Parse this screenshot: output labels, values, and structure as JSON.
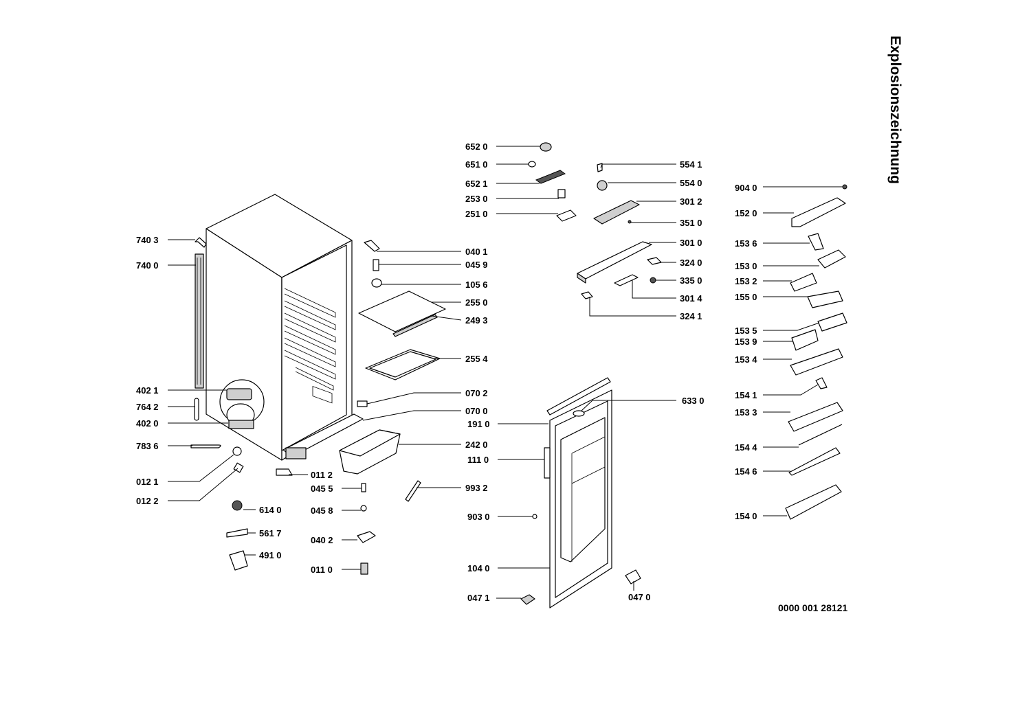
{
  "title": "Explosionszeichnung",
  "document_number": "0000 001 28121",
  "labels": [
    {
      "id": "p7403",
      "text": "740 3"
    },
    {
      "id": "p7400",
      "text": "740 0"
    },
    {
      "id": "p4021",
      "text": "402 1"
    },
    {
      "id": "p7642",
      "text": "764 2"
    },
    {
      "id": "p4020",
      "text": "402 0"
    },
    {
      "id": "p7836",
      "text": "783 6"
    },
    {
      "id": "p0121",
      "text": "012 1"
    },
    {
      "id": "p0122",
      "text": "012 2"
    },
    {
      "id": "p6140",
      "text": "614 0"
    },
    {
      "id": "p5617",
      "text": "561 7"
    },
    {
      "id": "p4910",
      "text": "491 0"
    },
    {
      "id": "p0112",
      "text": "011 2"
    },
    {
      "id": "p0455",
      "text": "045 5"
    },
    {
      "id": "p0458",
      "text": "045 8"
    },
    {
      "id": "p0402",
      "text": "040 2"
    },
    {
      "id": "p0110",
      "text": "011 0"
    },
    {
      "id": "p6520",
      "text": "652 0"
    },
    {
      "id": "p6510",
      "text": "651 0"
    },
    {
      "id": "p6521",
      "text": "652 1"
    },
    {
      "id": "p2530",
      "text": "253 0"
    },
    {
      "id": "p2510",
      "text": "251 0"
    },
    {
      "id": "p0401",
      "text": "040 1"
    },
    {
      "id": "p0459",
      "text": "045 9"
    },
    {
      "id": "p1056",
      "text": "105 6"
    },
    {
      "id": "p2550",
      "text": "255 0"
    },
    {
      "id": "p2493",
      "text": "249 3"
    },
    {
      "id": "p2554",
      "text": "255 4"
    },
    {
      "id": "p0702",
      "text": "070 2"
    },
    {
      "id": "p0700",
      "text": "070 0"
    },
    {
      "id": "p1910",
      "text": "191 0"
    },
    {
      "id": "p2420",
      "text": "242 0"
    },
    {
      "id": "p1110",
      "text": "111 0"
    },
    {
      "id": "p9932",
      "text": "993 2"
    },
    {
      "id": "p9030",
      "text": "903 0"
    },
    {
      "id": "p1040",
      "text": "104 0"
    },
    {
      "id": "p0471",
      "text": "047 1"
    },
    {
      "id": "p0470",
      "text": "047 0"
    },
    {
      "id": "p5541",
      "text": "554 1"
    },
    {
      "id": "p5540",
      "text": "554 0"
    },
    {
      "id": "p3012",
      "text": "301 2"
    },
    {
      "id": "p3510",
      "text": "351 0"
    },
    {
      "id": "p3010",
      "text": "301 0"
    },
    {
      "id": "p3240",
      "text": "324 0"
    },
    {
      "id": "p3350",
      "text": "335 0"
    },
    {
      "id": "p3014",
      "text": "301 4"
    },
    {
      "id": "p3241",
      "text": "324 1"
    },
    {
      "id": "p6330",
      "text": "633 0"
    },
    {
      "id": "p9040",
      "text": "904 0"
    },
    {
      "id": "p1520",
      "text": "152 0"
    },
    {
      "id": "p1536",
      "text": "153 6"
    },
    {
      "id": "p1530",
      "text": "153 0"
    },
    {
      "id": "p1532",
      "text": "153 2"
    },
    {
      "id": "p1550",
      "text": "155 0"
    },
    {
      "id": "p1535",
      "text": "153 5"
    },
    {
      "id": "p1539",
      "text": "153 9"
    },
    {
      "id": "p1534",
      "text": "153 4"
    },
    {
      "id": "p1541",
      "text": "154 1"
    },
    {
      "id": "p1533",
      "text": "153 3"
    },
    {
      "id": "p1544",
      "text": "154 4"
    },
    {
      "id": "p1546",
      "text": "154 6"
    },
    {
      "id": "p1540",
      "text": "154 0"
    }
  ]
}
